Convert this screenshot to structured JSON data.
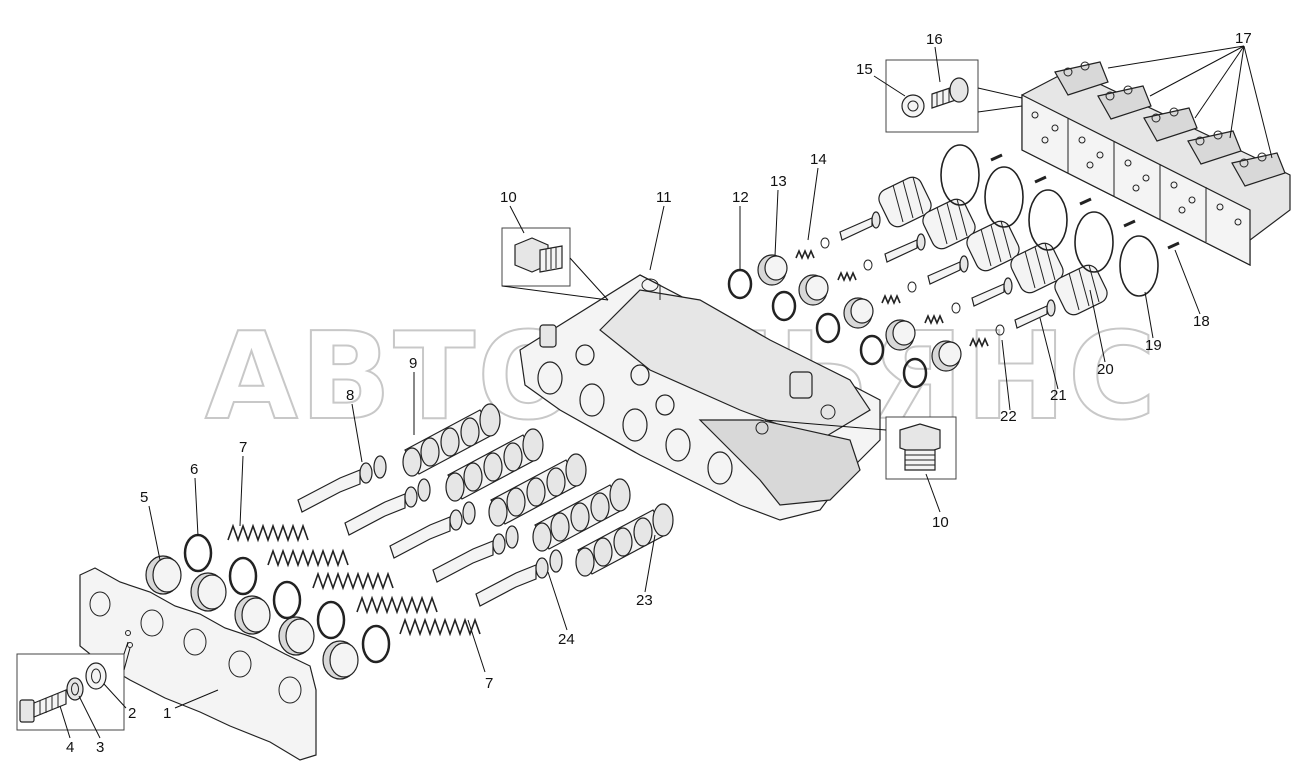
{
  "watermark": "АВТОАЛЬЯНС",
  "callouts": [
    {
      "id": "c1",
      "text": "1"
    },
    {
      "id": "c2",
      "text": "2"
    },
    {
      "id": "c3",
      "text": "3"
    },
    {
      "id": "c4",
      "text": "4"
    },
    {
      "id": "c5",
      "text": "5"
    },
    {
      "id": "c6",
      "text": "6"
    },
    {
      "id": "c7a",
      "text": "7"
    },
    {
      "id": "c7b",
      "text": "7"
    },
    {
      "id": "c8",
      "text": "8"
    },
    {
      "id": "c9",
      "text": "9"
    },
    {
      "id": "c10a",
      "text": "10"
    },
    {
      "id": "c10b",
      "text": "10"
    },
    {
      "id": "c11",
      "text": "11"
    },
    {
      "id": "c12",
      "text": "12"
    },
    {
      "id": "c13",
      "text": "13"
    },
    {
      "id": "c14",
      "text": "14"
    },
    {
      "id": "c15",
      "text": "15"
    },
    {
      "id": "c16",
      "text": "16"
    },
    {
      "id": "c17",
      "text": "17"
    },
    {
      "id": "c18",
      "text": "18"
    },
    {
      "id": "c19",
      "text": "19"
    },
    {
      "id": "c20",
      "text": "20"
    },
    {
      "id": "c21",
      "text": "21"
    },
    {
      "id": "c22",
      "text": "22"
    },
    {
      "id": "c23",
      "text": "23"
    },
    {
      "id": "c24",
      "text": "24"
    }
  ]
}
